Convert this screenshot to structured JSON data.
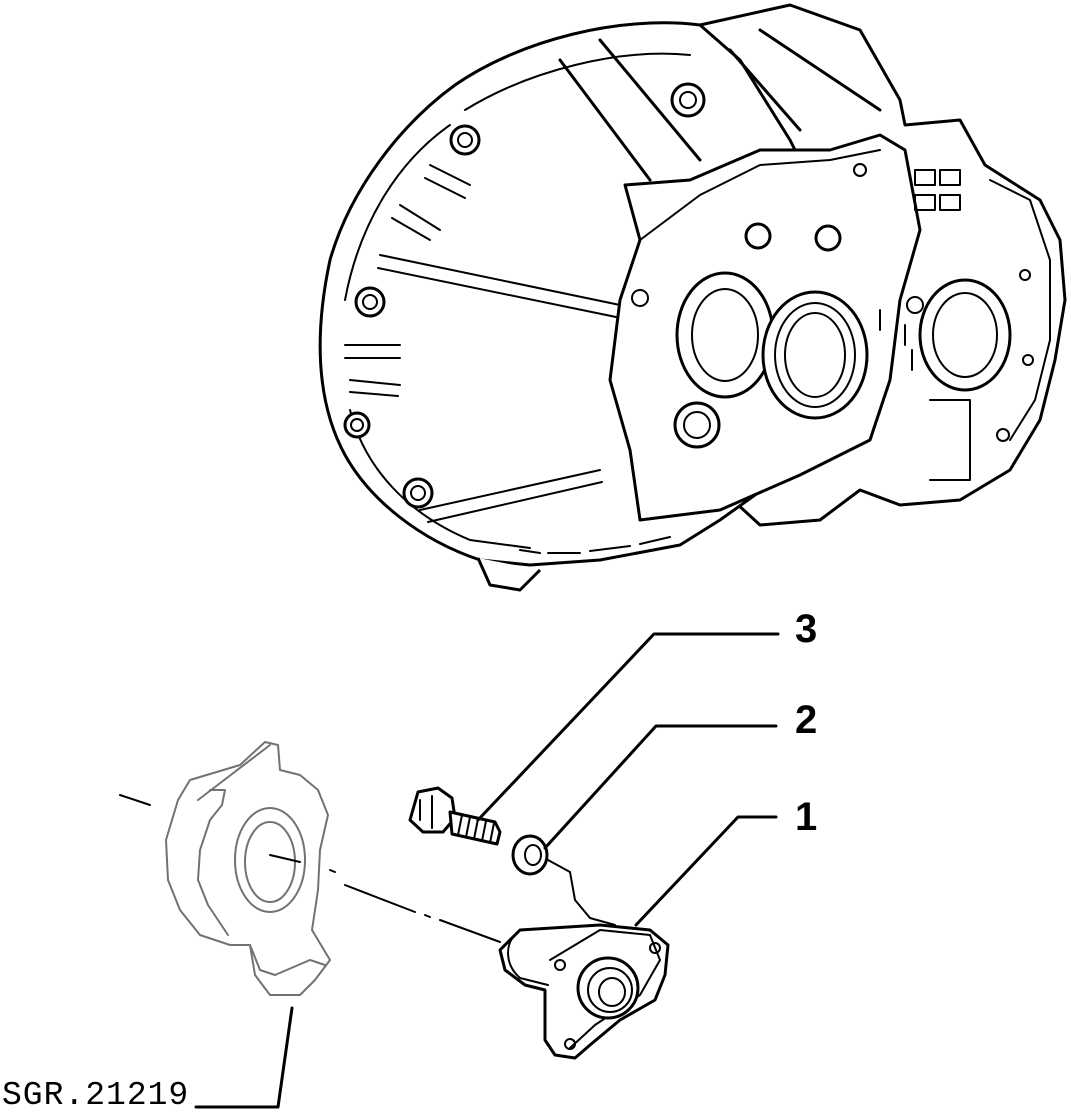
{
  "callouts": [
    {
      "label": "3"
    },
    {
      "label": "2"
    },
    {
      "label": "1"
    }
  ],
  "drawing_code": "SGR.21219"
}
